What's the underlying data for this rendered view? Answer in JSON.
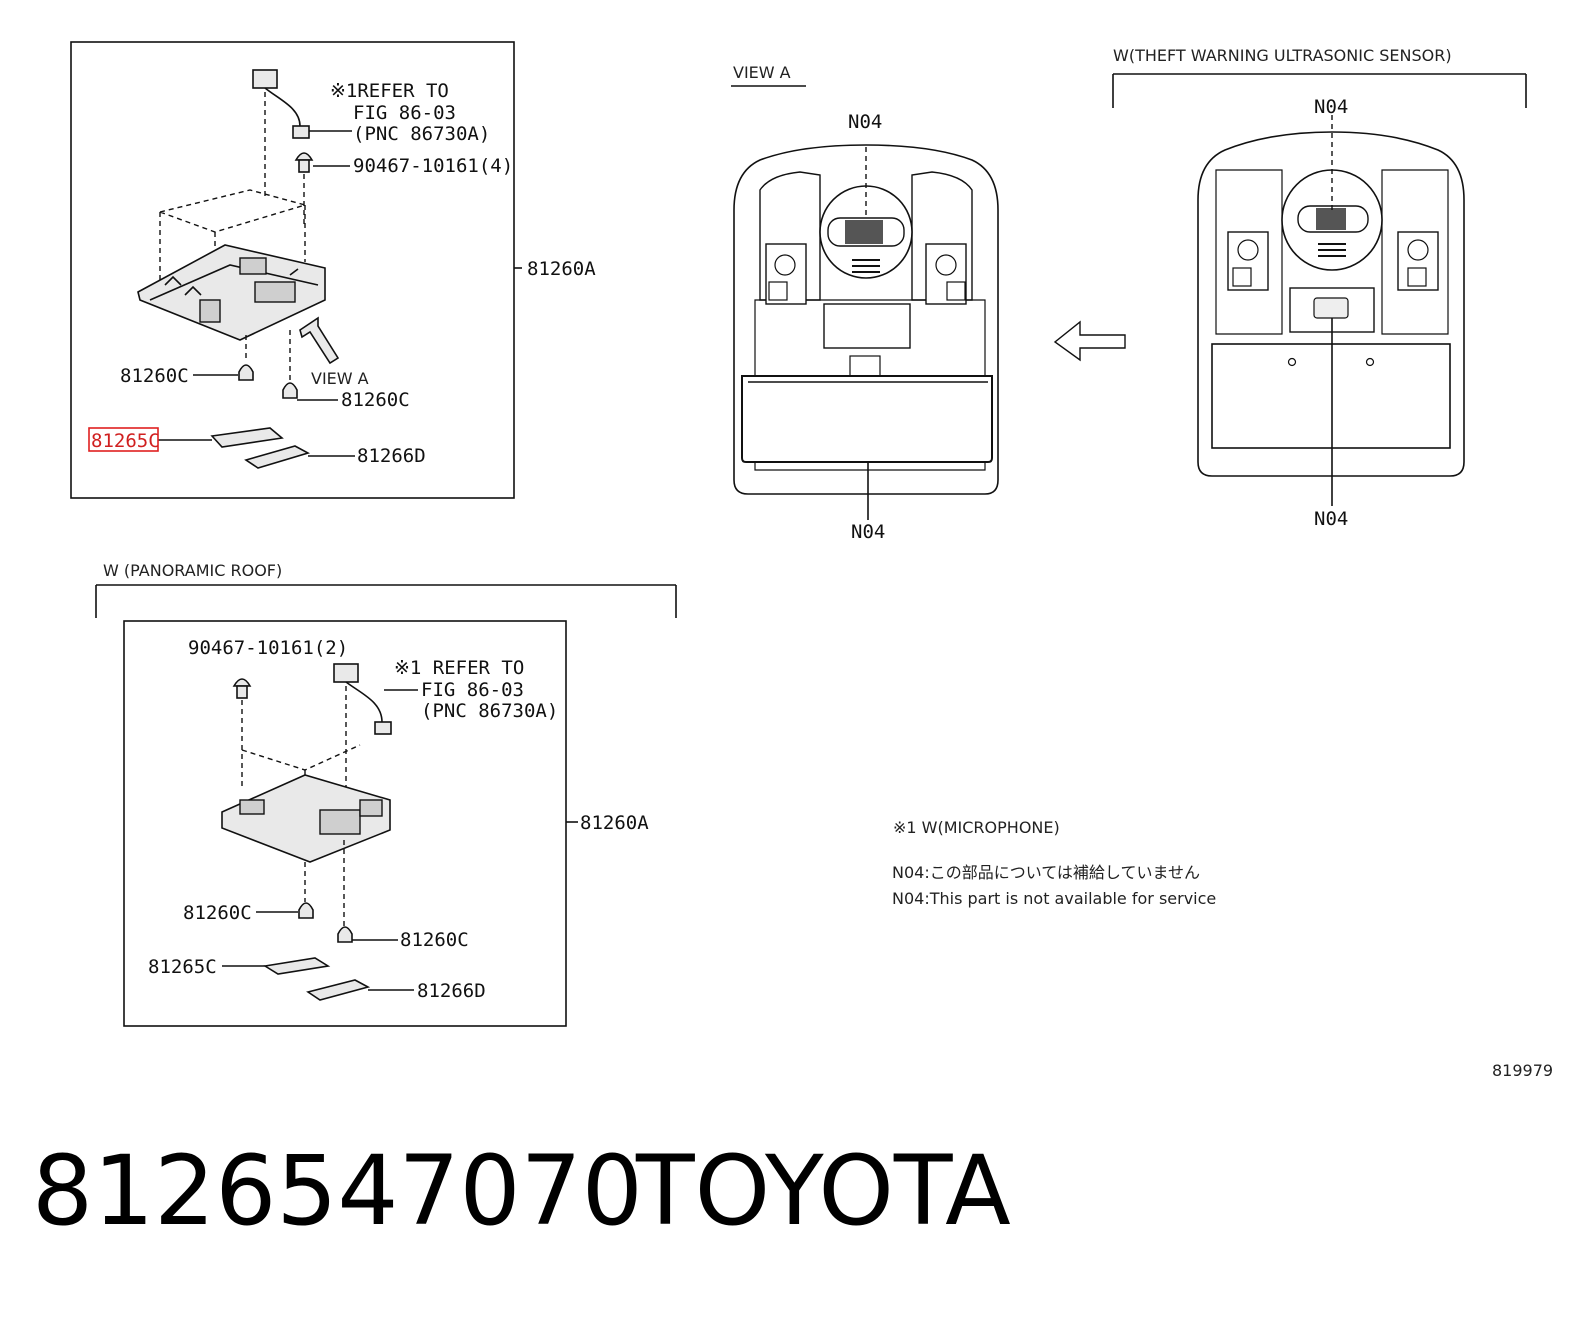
{
  "main_diagram": {
    "refer_lines": [
      "※1REFER TO",
      "FIG 86-03",
      "(PNC 86730A)"
    ],
    "screw_label": "90467-10161(4)",
    "assembly_label": "81260A",
    "clip_left_label": "81260C",
    "clip_right_label": "81260C",
    "view_arrow_label": "VIEW A",
    "highlighted_part_label": "81265C",
    "lens_label": "81266D"
  },
  "view_a": {
    "title": "VIEW A",
    "top_label": "N04",
    "bottom_label": "N04"
  },
  "theft_view": {
    "title": "W(THEFT WARNING ULTRASONIC SENSOR)",
    "top_label": "N04",
    "bottom_label": "N04"
  },
  "panoramic": {
    "title": "W (PANORAMIC ROOF)",
    "screw_label": "90467-10161(2)",
    "refer_lines": [
      "※1 REFER TO",
      "FIG 86-03",
      "(PNC 86730A)"
    ],
    "assembly_label": "81260A",
    "clip_left_label": "81260C",
    "clip_right_label": "81260C",
    "part_label": "81265C",
    "lens_label": "81266D"
  },
  "notes": {
    "microphone": "※1 W(MICROPHONE)",
    "jp": "N04:この部品については補給していません",
    "en": "N04:This part is not available for service"
  },
  "figure_number": "819979",
  "part_number": "8126547070",
  "brand": "TOYOTA",
  "colors": {
    "highlight": "#e02020"
  }
}
